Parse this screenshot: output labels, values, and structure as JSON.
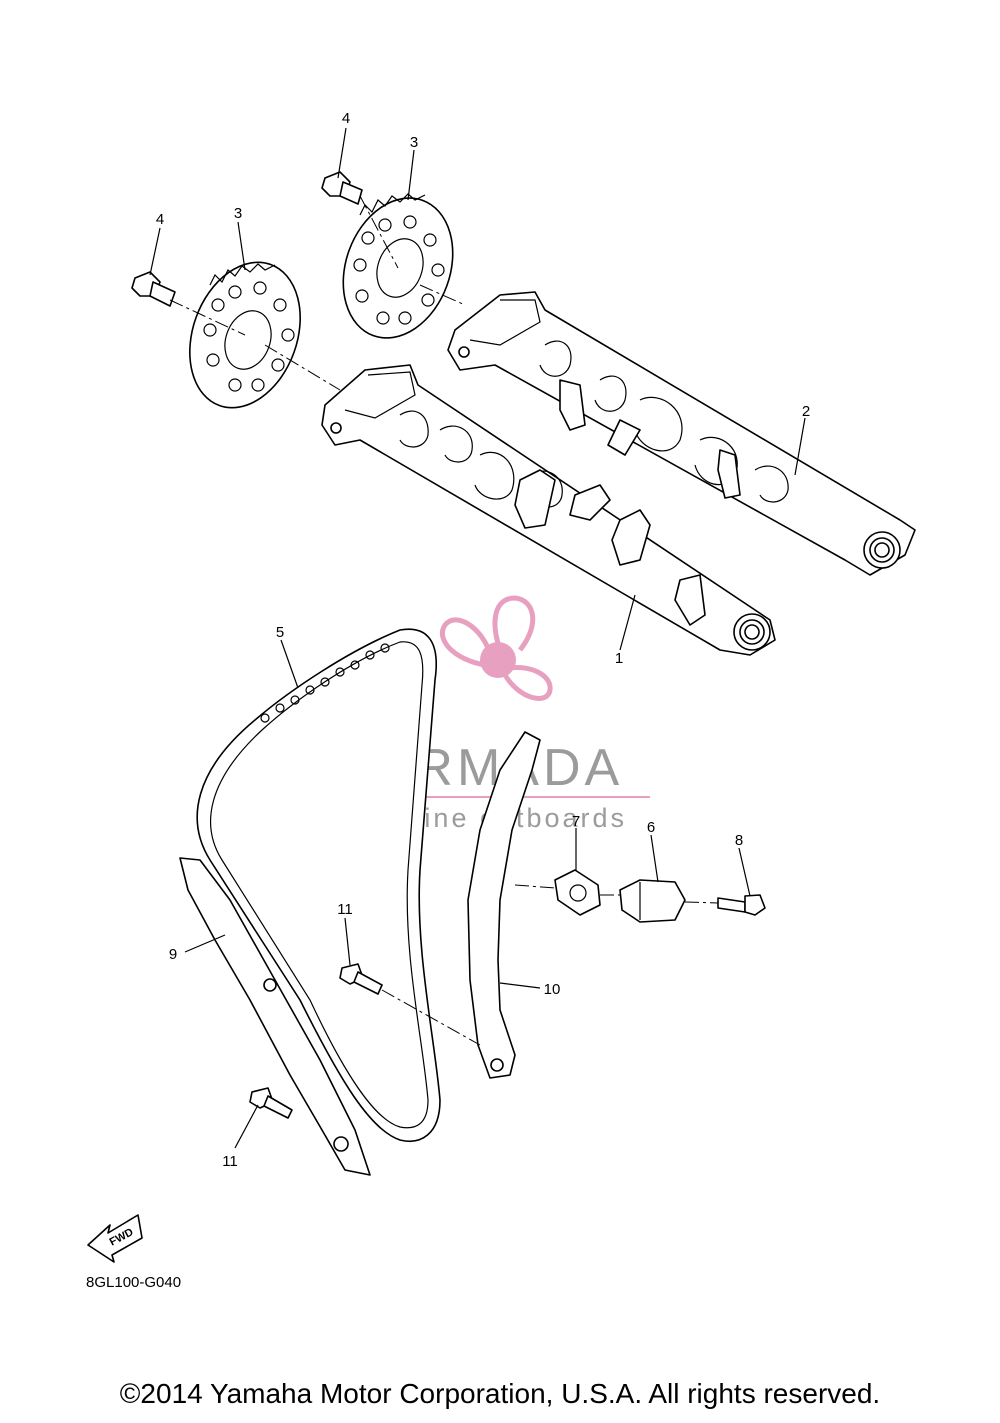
{
  "callouts": {
    "c1": "1",
    "c2": "2",
    "c3a": "3",
    "c3b": "3",
    "c4a": "4",
    "c4b": "4",
    "c5": "5",
    "c6": "6",
    "c7": "7",
    "c8": "8",
    "c9": "9",
    "c10": "10",
    "c11a": "11",
    "c11b": "11"
  },
  "watermark": {
    "brand": "ARMADA",
    "tagline": "marine outboards",
    "color": "#e8a0c0"
  },
  "fwd_label": "FWD",
  "diagram_code": "8GL100-G040",
  "copyright": "©2014 Yamaha Motor Corporation, U.S.A. All rights reserved."
}
